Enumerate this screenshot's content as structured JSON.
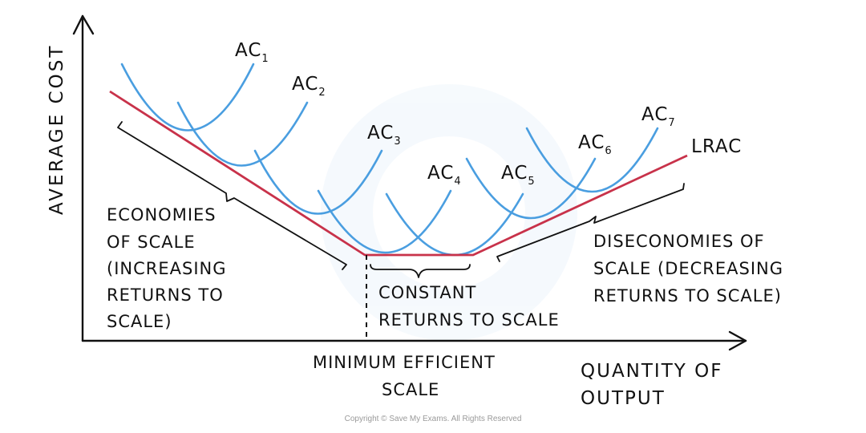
{
  "axes": {
    "y_label": "AVERAGE COST",
    "x_label_line1": "QUANTITY OF",
    "x_label_line2": "OUTPUT"
  },
  "curves": [
    {
      "base": "AC",
      "sub": "1"
    },
    {
      "base": "AC",
      "sub": "2"
    },
    {
      "base": "AC",
      "sub": "3"
    },
    {
      "base": "AC",
      "sub": "4"
    },
    {
      "base": "AC",
      "sub": "5"
    },
    {
      "base": "AC",
      "sub": "6"
    },
    {
      "base": "AC",
      "sub": "7"
    }
  ],
  "lrac_label": "LRAC",
  "economies": [
    "ECONOMIES",
    "OF SCALE",
    "(INCREASING",
    "RETURNS TO",
    "SCALE)"
  ],
  "constant": [
    "CONSTANT",
    "RETURNS TO SCALE"
  ],
  "diseconomies": [
    "DISECONOMIES OF",
    "SCALE (DECREASING",
    "RETURNS TO SCALE)"
  ],
  "mes": [
    "MINIMUM EFFICIENT",
    "SCALE"
  ],
  "copyright": "Copyright © Save My Exams. All Rights Reserved",
  "colors": {
    "ac_curves": "#4a9ee0",
    "lrac": "#c8324a",
    "axes": "#111111"
  }
}
